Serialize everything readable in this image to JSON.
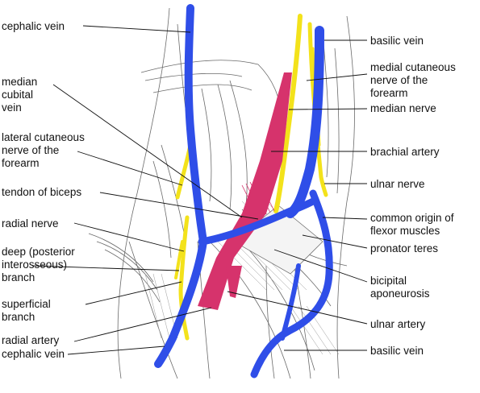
{
  "colors": {
    "vein": "#2f4ee8",
    "artery": "#d6336c",
    "nerve": "#f3e21b",
    "sketch": "#555555"
  },
  "labels": {
    "left": {
      "cephalic_vein_top": "cephalic vein",
      "median_cubital_vein": "median\ncubital\nvein",
      "lateral_cutaneous_nerve": "lateral cutaneous\nnerve of the\nforearm",
      "tendon_of_biceps": "tendon of biceps",
      "radial_nerve": "radial nerve",
      "deep_posterior_interosseous": "deep (posterior\ninterosseous)\nbranch",
      "superficial_branch": "superficial\nbranch",
      "radial_artery": "radial artery",
      "cephalic_vein_bottom": "cephalic vein"
    },
    "right": {
      "basilic_vein_top": "basilic vein",
      "medial_cutaneous_nerve": "medial cutaneous\nnerve of the\nforearm",
      "median_nerve": "median nerve",
      "brachial_artery": "brachial artery",
      "ulnar_nerve": "ulnar nerve",
      "common_origin_flexor": "common origin of\nflexor muscles",
      "pronator_teres": "pronator teres",
      "bicipital_aponeurosis": "bicipital\naponeurosis",
      "ulnar_artery": "ulnar artery",
      "basilic_vein_bottom": "basilic vein"
    }
  }
}
